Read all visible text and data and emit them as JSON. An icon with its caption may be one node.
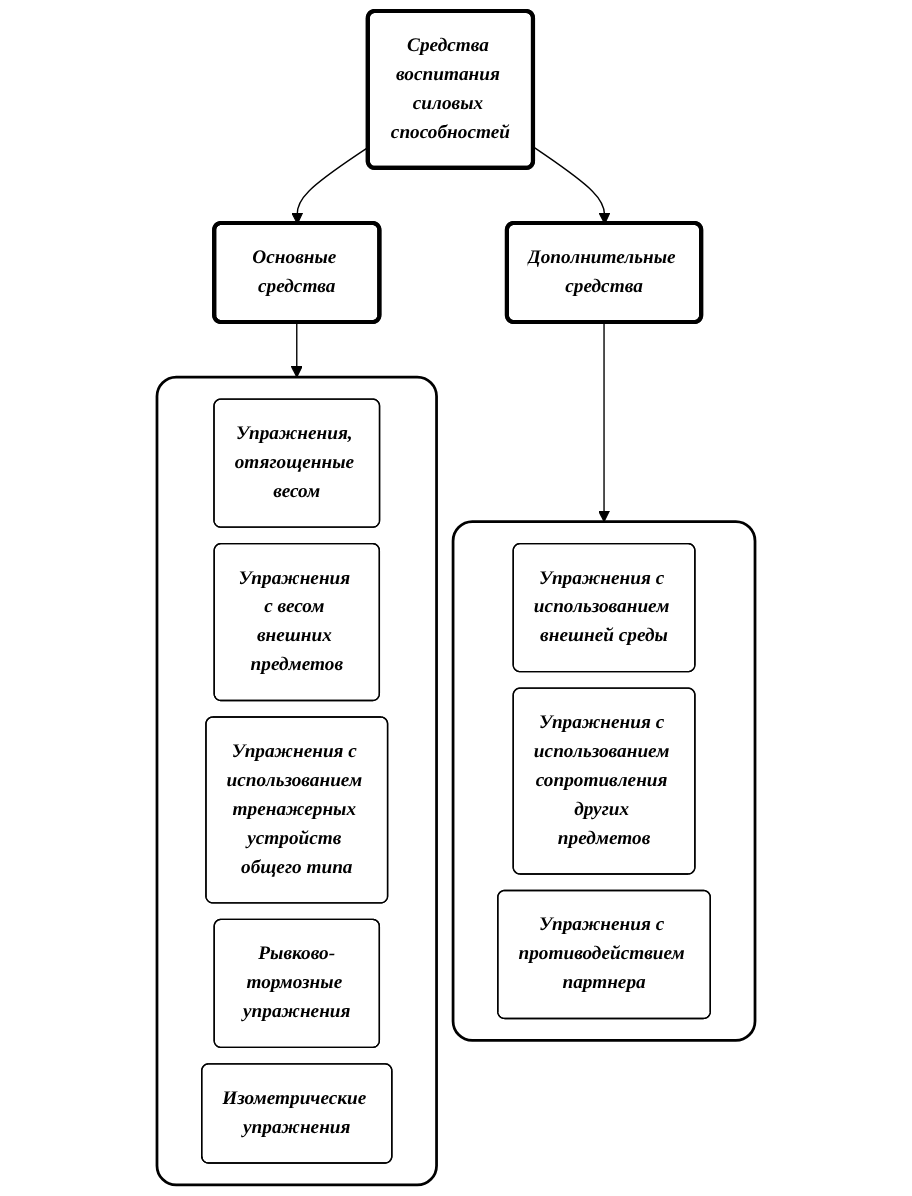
{
  "diagram": {
    "nodes": [
      {
        "text": [
          "Средства воспитания силовых способностей"
        ]
      },
      {
        "text": [
          "Основные средства"
        ]
      },
      {
        "text": [
          "Дополнительные средства"
        ]
      },
      {
        "text": [],
        "shape": "box"
      },
      {
        "text": [
          "Упражнения, отягощенные весом"
        ],
        "in": 3
      },
      {
        "text": [
          "Упражнения с весом внешних предметов"
        ],
        "in": 3
      },
      {
        "text": [
          "Упражнения с использованием тренажерных устройств общего типа"
        ],
        "in": 3
      },
      {
        "text": [
          "Рывково-тормозные упражнения"
        ],
        "in": 3
      },
      {
        "text": [
          "Изометрические упражнения"
        ],
        "in": 3
      },
      {
        "text": [],
        "shape": "box"
      },
      {
        "text": [
          "Упражнения с использованием внешней среды"
        ],
        "in": 9
      },
      {
        "text": [
          "Упражнения с использованием сопротивления других предметов"
        ],
        "in": 9
      },
      {
        "text": [
          "Упражнения с противодействием партнера"
        ],
        "in": 9
      }
    ],
    "edges": [
      {
        "from": 0,
        "to": 1,
        "arrow": "to"
      },
      {
        "from": 0,
        "to": 2,
        "arrow": "to"
      },
      {
        "from": 1,
        "to": 3,
        "arrow": "to"
      },
      {
        "from": 2,
        "to": 9,
        "arrow": "to"
      }
    ]
  }
}
